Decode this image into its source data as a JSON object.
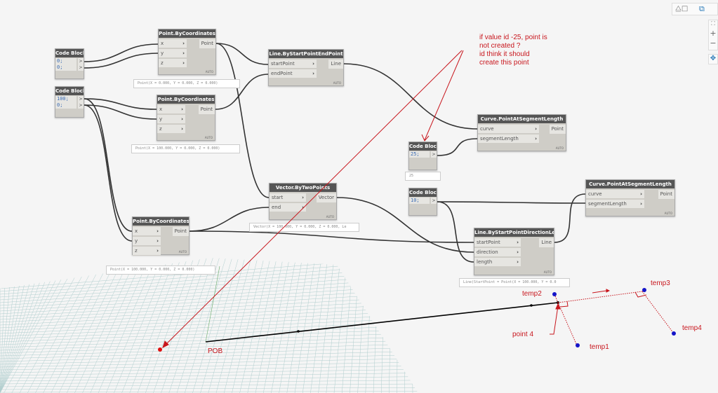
{
  "nodes": {
    "cb1": {
      "title": "Code Block",
      "lines": [
        "0;",
        "0;"
      ],
      "out": ">"
    },
    "cb2": {
      "title": "Code Block",
      "lines": [
        "100;",
        "0;"
      ],
      "out": ">"
    },
    "cb3": {
      "title": "Code Block",
      "lines": [
        "25;"
      ],
      "out": ">",
      "preview": "25"
    },
    "cb4": {
      "title": "Code Block",
      "lines": [
        "10;"
      ],
      "out": ">"
    },
    "pbc1": {
      "title": "Point.ByCoordinates",
      "inputs": [
        "x",
        "y",
        "z"
      ],
      "output": "Point",
      "auto": "AUTO",
      "preview": "Point(X = 0.000, Y = 0.000, Z = 0.000)"
    },
    "pbc2": {
      "title": "Point.ByCoordinates",
      "inputs": [
        "x",
        "y",
        "z"
      ],
      "output": "Point",
      "auto": "AUTO",
      "preview": "Point(X = 100.000, Y = 0.000, Z = 0.000)"
    },
    "pbc3": {
      "title": "Point.ByCoordinates",
      "inputs": [
        "x",
        "y",
        "z"
      ],
      "output": "Point",
      "auto": "AUTO",
      "preview": "Point(X = 100.000, Y = 0.000, Z = 0.000)"
    },
    "lspep": {
      "title": "Line.ByStartPointEndPoint",
      "inputs": [
        "startPoint",
        "endPoint"
      ],
      "output": "Line",
      "auto": "AUTO"
    },
    "cpas1": {
      "title": "Curve.PointAtSegmentLength",
      "inputs": [
        "curve",
        "segmentLength"
      ],
      "output": "Point",
      "auto": "AUTO"
    },
    "cpas2": {
      "title": "Curve.PointAtSegmentLength",
      "inputs": [
        "curve",
        "segmentLength"
      ],
      "output": "Point",
      "auto": "AUTO"
    },
    "vbtp": {
      "title": "Vector.ByTwoPoints",
      "inputs": [
        "start",
        "end"
      ],
      "output": "Vector",
      "auto": "AUTO",
      "preview": "Vector(X = 100.000, Y = 0.000, Z = 0.000, Le"
    },
    "lspdl": {
      "title": "Line.ByStartPointDirectionLength",
      "inputs": [
        "startPoint",
        "direction",
        "length"
      ],
      "output": "Line",
      "auto": "AUTO",
      "preview": "Line(StartPoint = Point(X = 100.000, Y = 0.0"
    }
  },
  "annotation": {
    "lines": [
      "if value id -25, point is",
      "not created ?",
      "id think it should",
      "create this point"
    ],
    "color": "#c8161d"
  },
  "geometry_labels": {
    "pob": "POB",
    "point4": "point 4",
    "temp1": "temp1",
    "temp2": "temp2",
    "temp3": "temp3",
    "temp4": "temp4"
  },
  "toolbar": {
    "view_toggle_icons": [
      "geometry-view-icon",
      "graph-view-icon"
    ],
    "zoom_icons": [
      "fit-view-icon",
      "zoom-in-icon",
      "zoom-out-icon",
      "pan-icon"
    ]
  },
  "colors": {
    "node_header": "#555555",
    "wire": "#333333",
    "annotation": "#c8161d",
    "point": "#1515c8"
  }
}
